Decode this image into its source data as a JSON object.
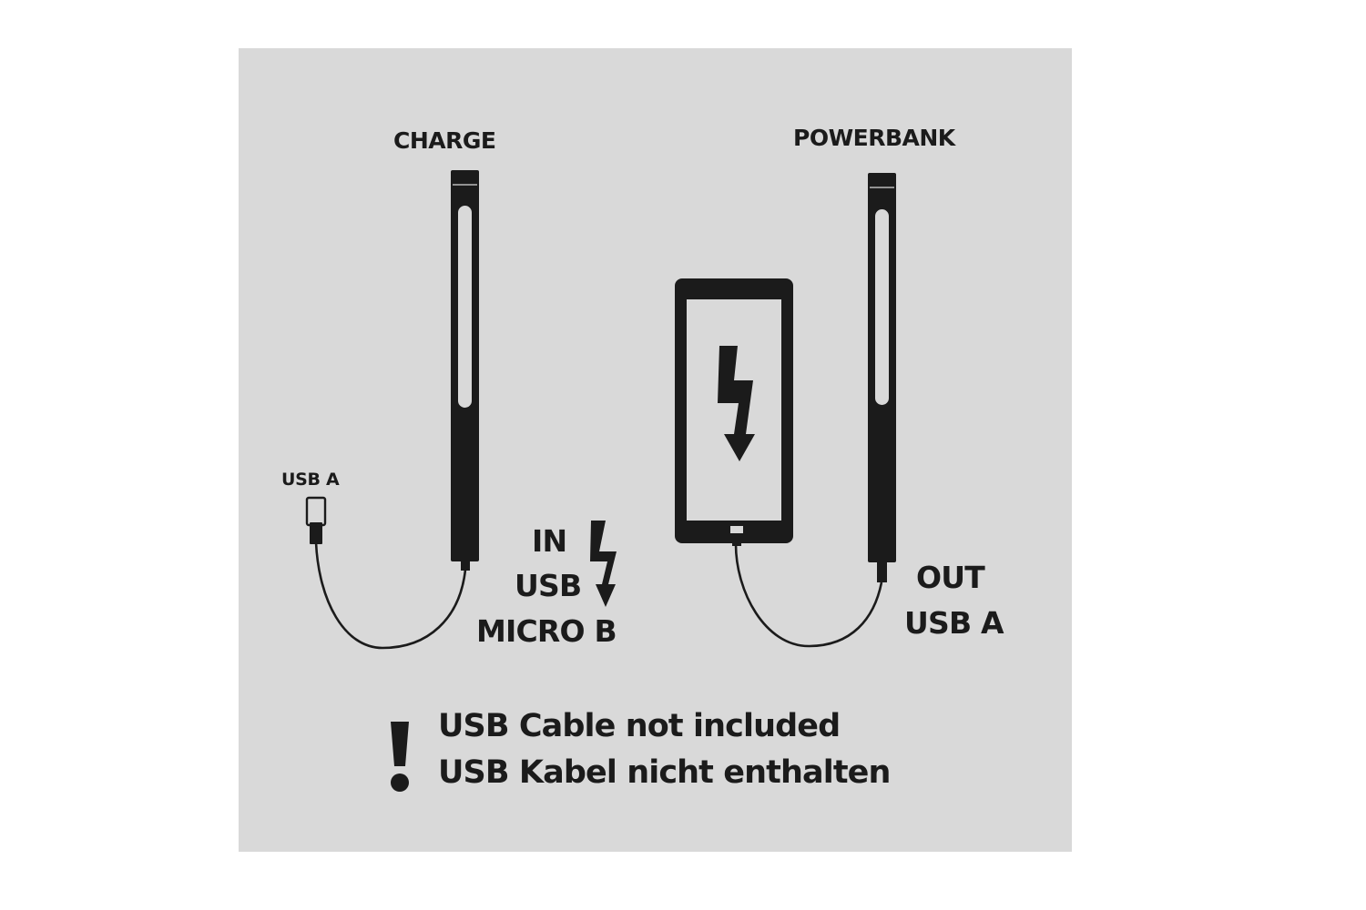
{
  "charge": {
    "title": "CHARGE",
    "cable_end_label": "USB A",
    "input_lines": [
      "IN",
      "USB",
      "MICRO B"
    ]
  },
  "powerbank": {
    "title": "POWERBANK",
    "output_lines": [
      "OUT",
      "USB A"
    ]
  },
  "notice": {
    "symbol": "!",
    "lines": [
      "USB Cable not included",
      "USB Kabel nicht enthalten"
    ]
  },
  "icons": {
    "lamp": "lamp-bar-icon",
    "phone": "smartphone-icon",
    "bolt": "lightning-arrow-icon",
    "warning": "exclamation-icon"
  },
  "colors": {
    "background": "#d9d9d9",
    "ink": "#1b1b1b"
  }
}
